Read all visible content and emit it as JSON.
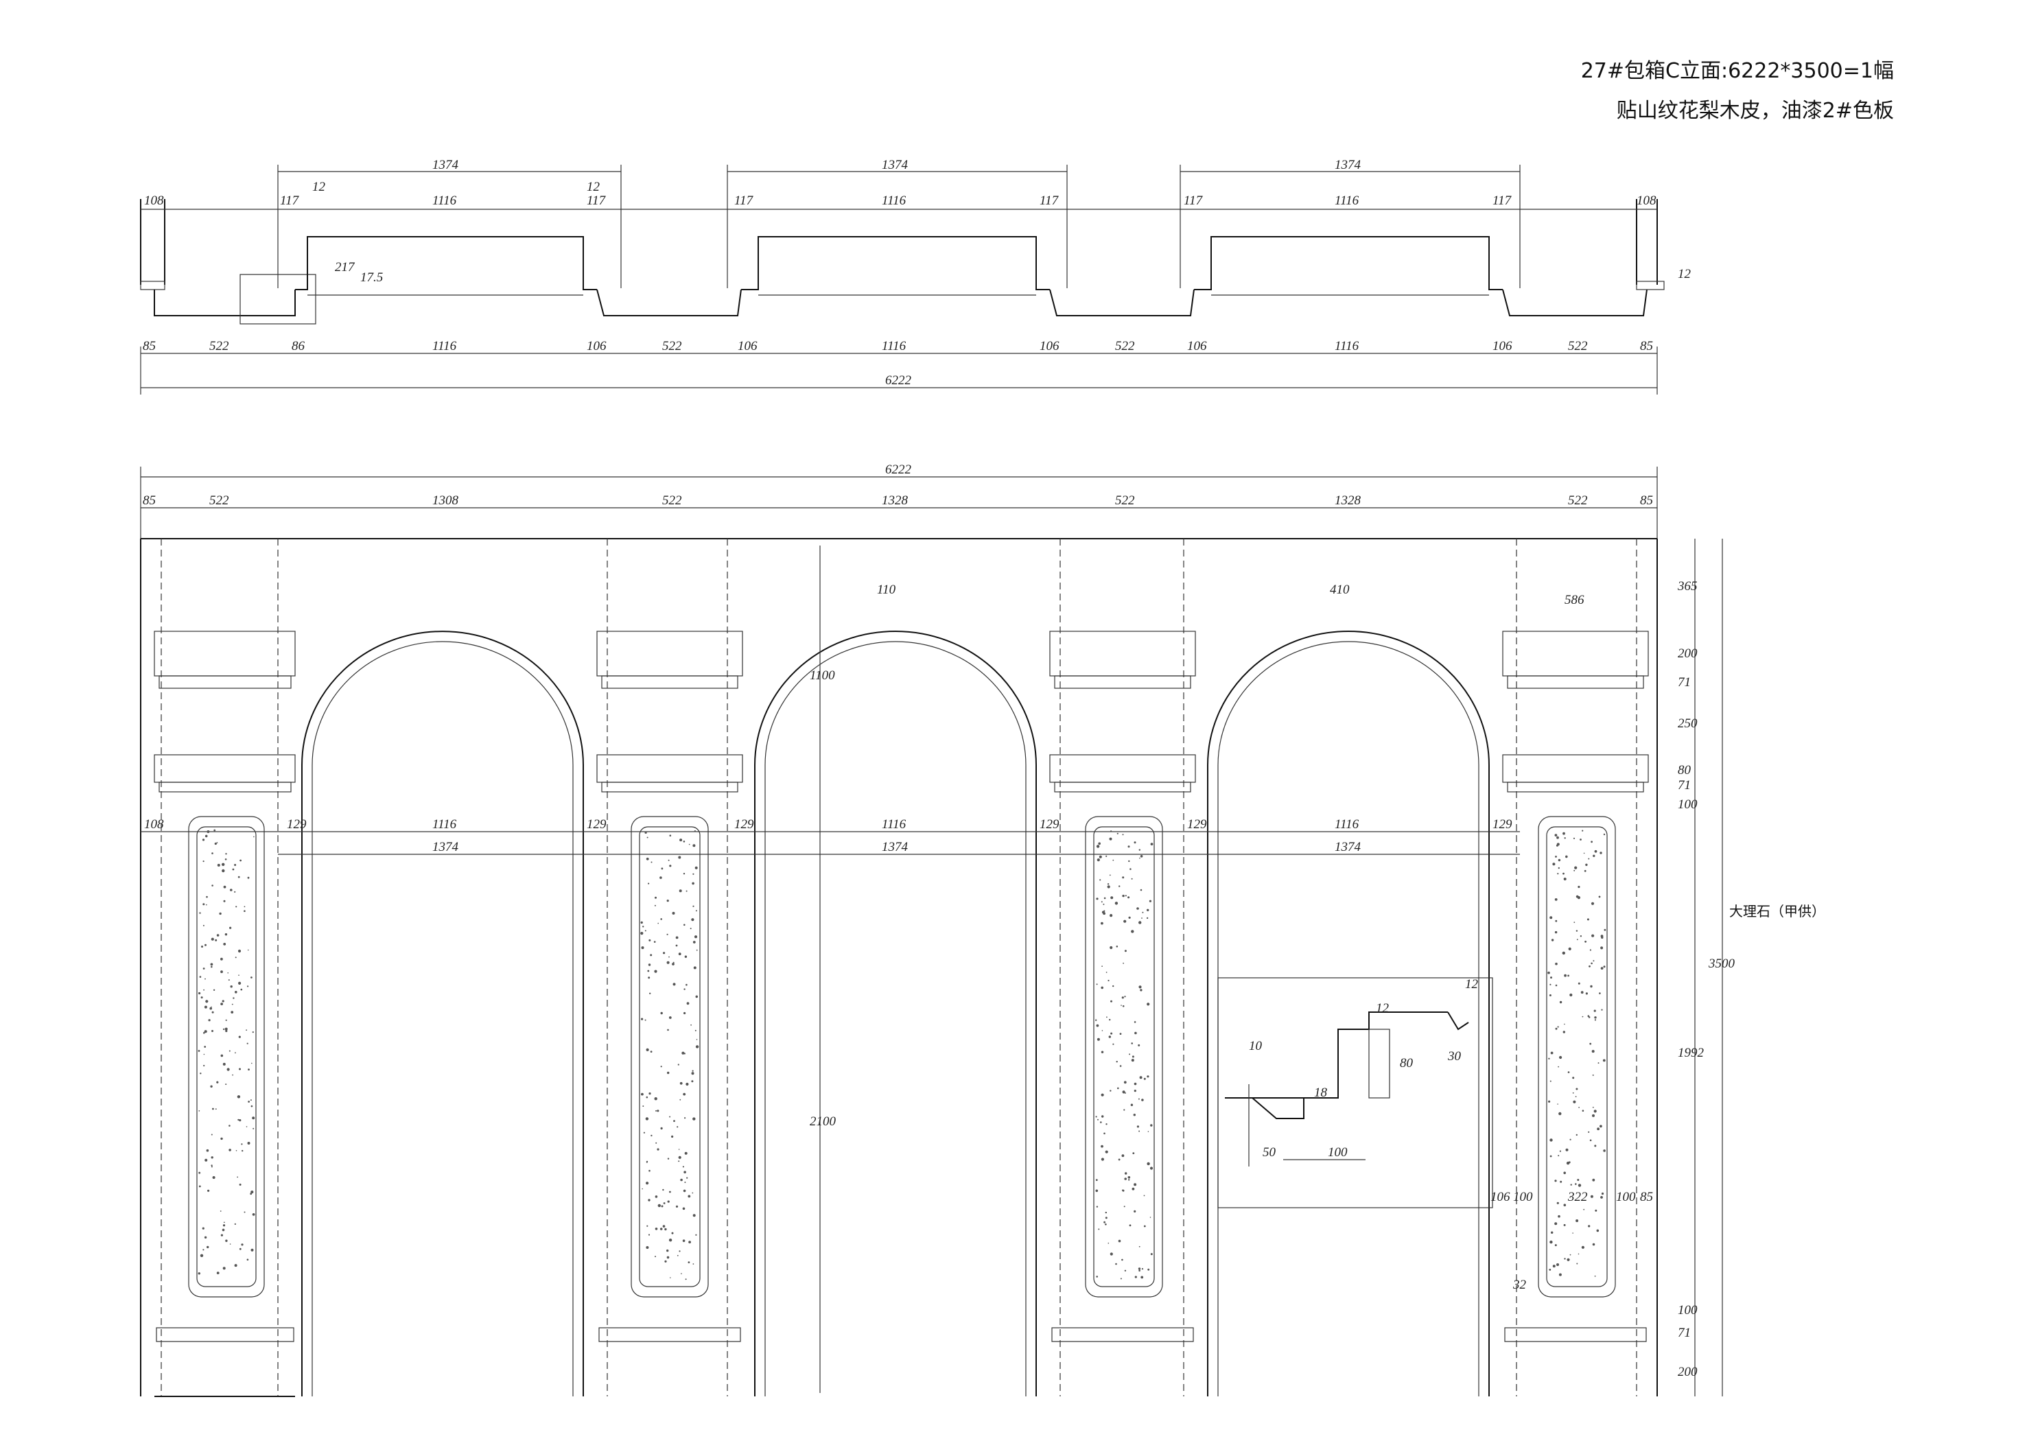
{
  "title": {
    "line1": "27#包箱C立面:6222*3500=1幅",
    "line2": "贴山纹花梨木皮，油漆2#色板"
  },
  "plan_dims": {
    "top_span": [
      "1374",
      "1374",
      "1374"
    ],
    "top_small": [
      "12",
      "12"
    ],
    "top_row": [
      "108",
      "117",
      "1116",
      "117",
      "117",
      "1116",
      "117",
      "117",
      "1116",
      "117",
      "108"
    ],
    "depth": [
      "217",
      "17.5"
    ],
    "right_thickness": "12",
    "bottom_row": [
      "85",
      "522",
      "86",
      "1116",
      "106",
      "522",
      "106",
      "1116",
      "106",
      "522",
      "106",
      "1116",
      "106",
      "522",
      "85"
    ],
    "overall": "6222"
  },
  "elev_dims": {
    "overall": "6222",
    "top_row": [
      "85",
      "522",
      "1308",
      "522",
      "1328",
      "522",
      "1328",
      "522",
      "85"
    ],
    "cap_width": "586",
    "arch_rise": [
      "110",
      "410"
    ],
    "arch_height": "1100",
    "opening_inner": [
      "1116",
      "1116",
      "1116"
    ],
    "opening_outer": [
      "1374",
      "1374",
      "1374"
    ],
    "side_small": [
      "108",
      "129",
      "129",
      "129",
      "129",
      "129",
      "129"
    ],
    "opening_height": "2100",
    "right_col": [
      "365",
      "200",
      "71",
      "250",
      "80",
      "71",
      "100",
      "1992",
      "100",
      "71",
      "200"
    ],
    "total_height": "3500",
    "panel_row": [
      "106",
      "100",
      "322",
      "100",
      "85"
    ],
    "base_small": "32"
  },
  "detail_dims": {
    "d12a": "12",
    "d12b": "12",
    "d10": "10",
    "d80": "80",
    "d30": "30",
    "d18": "18",
    "d50": "50",
    "d100": "100"
  },
  "labels": {
    "marble": "大理石（甲供）"
  }
}
